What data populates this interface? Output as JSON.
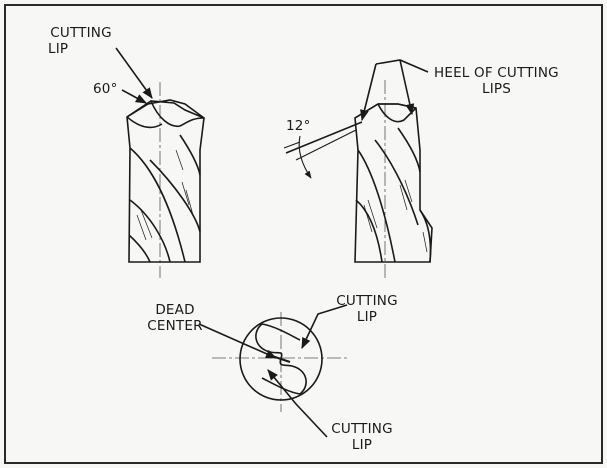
{
  "labels": {
    "cutting_lip_top_line1": "CUTTING",
    "cutting_lip_top_line2": "LIP",
    "angle_60": "60°",
    "heel_line1": "HEEL OF CUTTING",
    "heel_line2": "LIPS",
    "angle_12": "12°",
    "dead_center_line1": "DEAD",
    "dead_center_line2": "CENTER",
    "cutting_lip_right_line1": "CUTTING",
    "cutting_lip_right_line2": "LIP",
    "cutting_lip_bottom_line1": "CUTTING",
    "cutting_lip_bottom_line2": "LIP"
  },
  "colors": {
    "ink": "#1a1a1a",
    "paper": "#f7f7f5",
    "frame": "#2a2a2a",
    "centerline": "#555555"
  }
}
